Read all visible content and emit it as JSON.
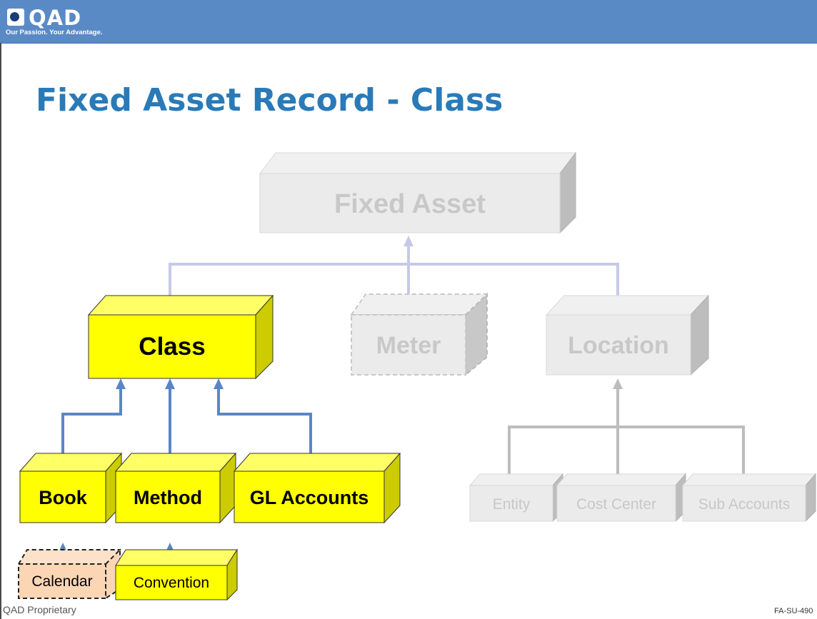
{
  "header": {
    "logo_text": "QAD",
    "tagline": "Our Passion. Your Advantage."
  },
  "slide": {
    "title": "Fixed Asset Record - Class"
  },
  "diagram": {
    "nodes": {
      "fixed_asset": "Fixed Asset",
      "class": "Class",
      "meter": "Meter",
      "location": "Location",
      "book": "Book",
      "method": "Method",
      "gl_accounts": "GL Accounts",
      "entity": "Entity",
      "cost_center": "Cost Center",
      "sub_accounts": "Sub Accounts",
      "calendar": "Calendar",
      "convention": "Convention"
    },
    "colors": {
      "highlight_fill": "#ffff00",
      "highlight_side": "#cccc00",
      "inactive_fill": "#ebebeb",
      "inactive_text": "#c8c8c8",
      "calendar_fill": "#fcd5b4",
      "active_connector": "#5a86c6",
      "inactive_connector_top": "#c6c9e6",
      "inactive_connector_bottom": "#bdbdbd"
    }
  },
  "footer": {
    "left": "QAD Proprietary",
    "right": "FA-SU-490"
  }
}
